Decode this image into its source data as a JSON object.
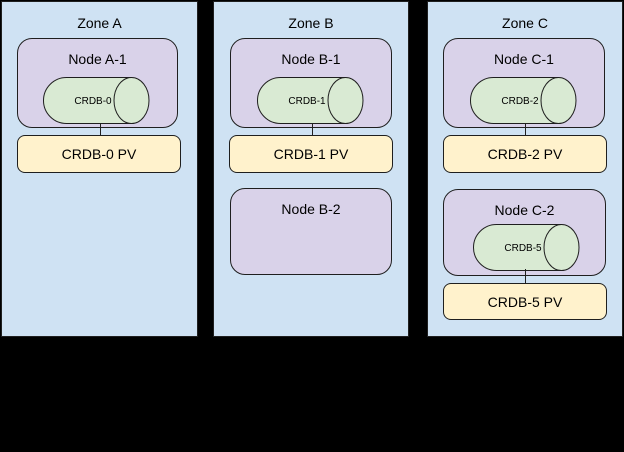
{
  "diagram": {
    "description": "Three availability zones with Kubernetes nodes, CockroachDB pods (cylinders) and persistent volumes",
    "colors": {
      "canvas_background": "#000000",
      "zone_fill": "#cfe2f3",
      "node_fill": "#d9d2e9",
      "cylinder_fill": "#d9ead3",
      "pv_fill": "#fff2cc",
      "stroke": "#1f1f1f",
      "text": "#000000"
    },
    "zones": [
      {
        "label": "Zone A",
        "nodes": [
          {
            "label": "Node A-1",
            "pod_label": "CRDB-0",
            "pv_label": "CRDB-0 PV"
          }
        ]
      },
      {
        "label": "Zone B",
        "nodes": [
          {
            "label": "Node B-1",
            "pod_label": "CRDB-1",
            "pv_label": "CRDB-1 PV"
          },
          {
            "label": "Node B-2"
          }
        ]
      },
      {
        "label": "Zone C",
        "nodes": [
          {
            "label": "Node C-1",
            "pod_label": "CRDB-2",
            "pv_label": "CRDB-2 PV"
          },
          {
            "label": "Node C-2",
            "pod_label": "CRDB-5",
            "pv_label": "CRDB-5 PV"
          }
        ]
      }
    ]
  }
}
